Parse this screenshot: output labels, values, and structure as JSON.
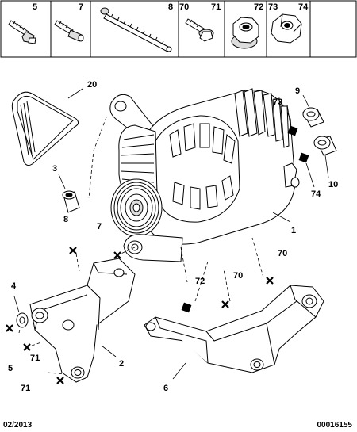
{
  "header_parts": [
    {
      "ref": "5",
      "icon": "screw-icon"
    },
    {
      "ref": "7",
      "icon": "stud-bolt-icon"
    },
    {
      "ref": "8",
      "icon": "long-threaded-bolt-icon"
    },
    {
      "ref": "70",
      "icon": "flanged-bolt-icon"
    },
    {
      "ref": "71",
      "icon": "flanged-bolt-icon"
    },
    {
      "ref": "72",
      "icon": "flanged-nut-icon"
    },
    {
      "ref": "73",
      "icon": "nut-icon"
    },
    {
      "ref": "74",
      "icon": "nut-icon"
    }
  ],
  "callouts": {
    "c20": "20",
    "c9": "9",
    "c73": "73",
    "c10": "10",
    "c74": "74",
    "c3": "3",
    "c8": "8",
    "c7": "7",
    "c1": "1",
    "c70a": "70",
    "c4": "4",
    "c72": "72",
    "c70b": "70",
    "c5": "5",
    "c71a": "71",
    "c71b": "71",
    "c2": "2",
    "c6": "6"
  },
  "footer": {
    "date": "02/2013",
    "doc_number": "00016155"
  }
}
